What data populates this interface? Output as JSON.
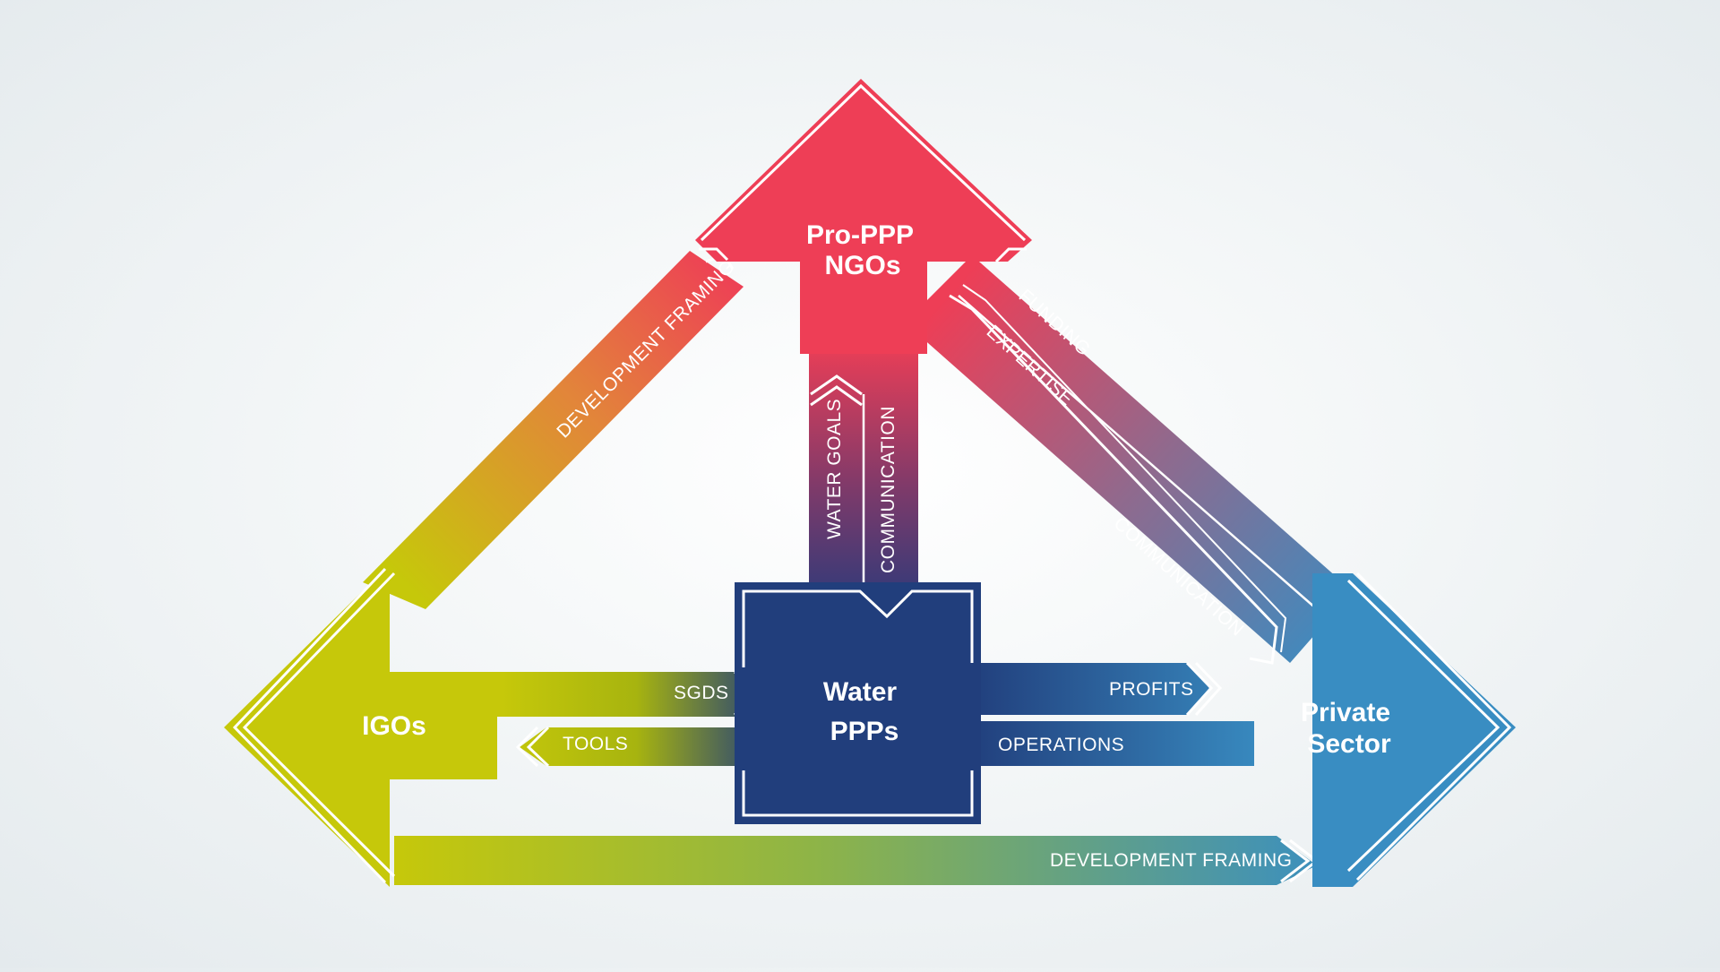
{
  "nodes": {
    "ngos": {
      "line1": "Pro-PPP",
      "line2": "NGOs",
      "color": "#ee3e56"
    },
    "igos": {
      "line1": "IGOs",
      "color": "#c6c80a"
    },
    "water_ppps": {
      "line1": "Water",
      "line2": "PPPs",
      "color": "#213e7c"
    },
    "private_sector": {
      "line1": "Private",
      "line2": "Sector",
      "color": "#398dc2"
    }
  },
  "flows": {
    "igos_to_ngos": "DEVELOPMENT FRAMING",
    "ngos_to_private_funding": "FUNDING",
    "ngos_to_private_expertise": "EXPERTISE",
    "private_to_ngos_communication": "COMMUNICATION",
    "ppps_to_ngos_water_goals": "WATER GOALS",
    "ngos_to_ppps_communication": "COMMUNICATION",
    "igos_to_ppps_sgds": "SGDS",
    "ppps_to_igos_tools": "TOOLS",
    "ppps_to_private_profits": "PROFITS",
    "private_to_ppps_operations": "OPERATIONS",
    "igos_to_private_development_framing": "DEVELOPMENT FRAMING"
  },
  "colors": {
    "orange": "#e2703a",
    "purple": "#5a3a78",
    "green": "#5aa88a"
  }
}
